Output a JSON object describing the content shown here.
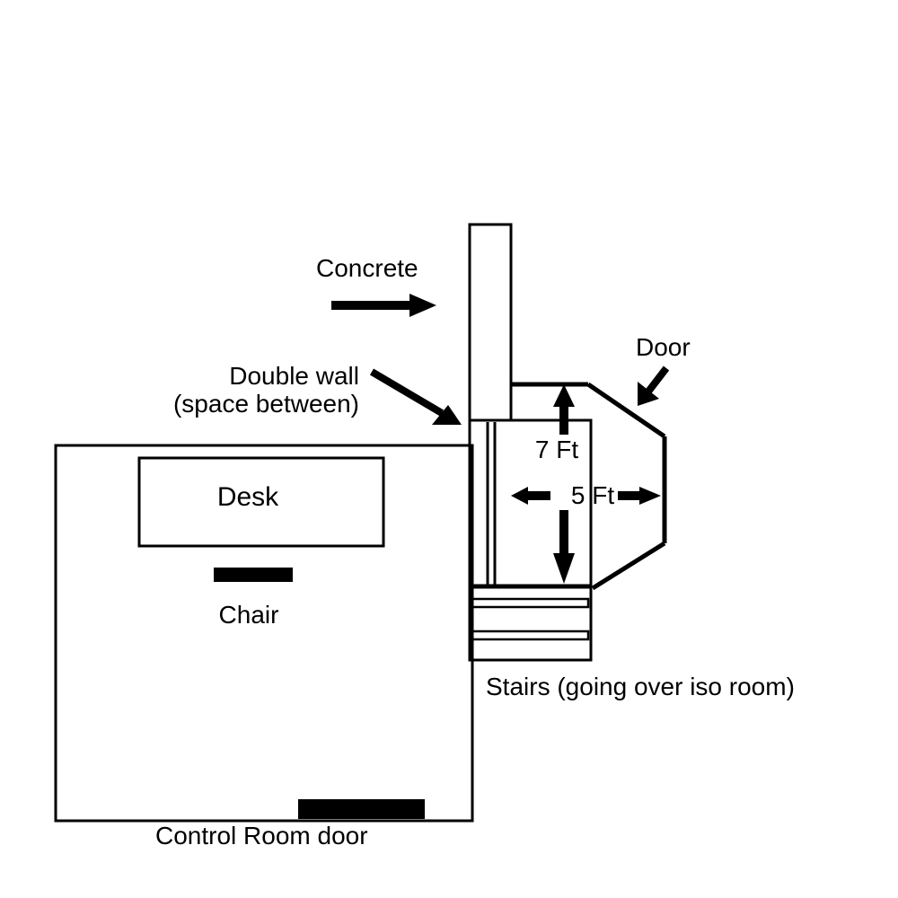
{
  "labels": {
    "concrete": "Concrete",
    "double_wall_line1": "Double wall",
    "double_wall_line2": "(space between)",
    "door": "Door",
    "desk": "Desk",
    "chair": "Chair",
    "height_dim": "7 Ft",
    "width_dim": "5 Ft",
    "stairs": "Stairs (going over iso room)",
    "control_room_door": "Control Room door"
  },
  "colors": {
    "line": "#000000",
    "background": "#ffffff"
  }
}
